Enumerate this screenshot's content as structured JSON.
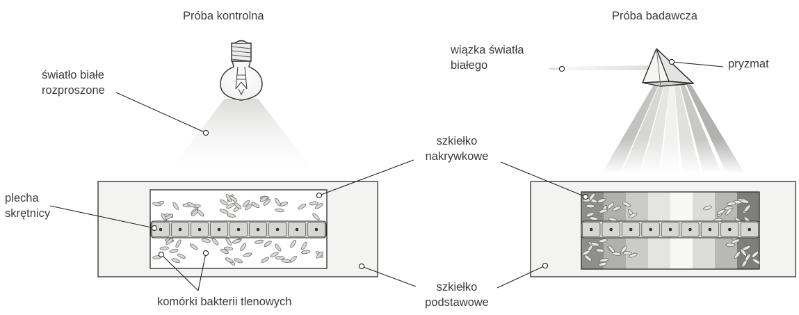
{
  "titles": {
    "control": "Próba kontrolna",
    "experimental": "Próba badawcza"
  },
  "labels": {
    "diffuse_light_1": "światło białe",
    "diffuse_light_2": "rozproszone",
    "beam_1": "wiązka światła",
    "beam_2": "białego",
    "prism": "pryzmat",
    "cover_slip_1": "szkiełko",
    "cover_slip_2": "nakrywkowe",
    "thallus_1": "plecha",
    "thallus_2": "skrętnicy",
    "bacteria": "komórki bakterii tlenowych",
    "base_slide_1": "szkiełko",
    "base_slide_2": "podstawowe"
  },
  "colors": {
    "slide_fill": "#f3f4f1",
    "outline": "#2b2b2b",
    "cell_fill": "#d6d7d3",
    "bacterium_fill": "#d9dad6",
    "leader_line": "#222222",
    "spectrum_bands": [
      "#8e8e8c",
      "#b0b0ae",
      "#cbcbc9",
      "#e4e4e2",
      "#f7f7f6",
      "#dcdcdb",
      "#b8b8b6",
      "#7e7e7c"
    ]
  },
  "icons": [
    "light-bulb-icon",
    "prism-icon"
  ]
}
